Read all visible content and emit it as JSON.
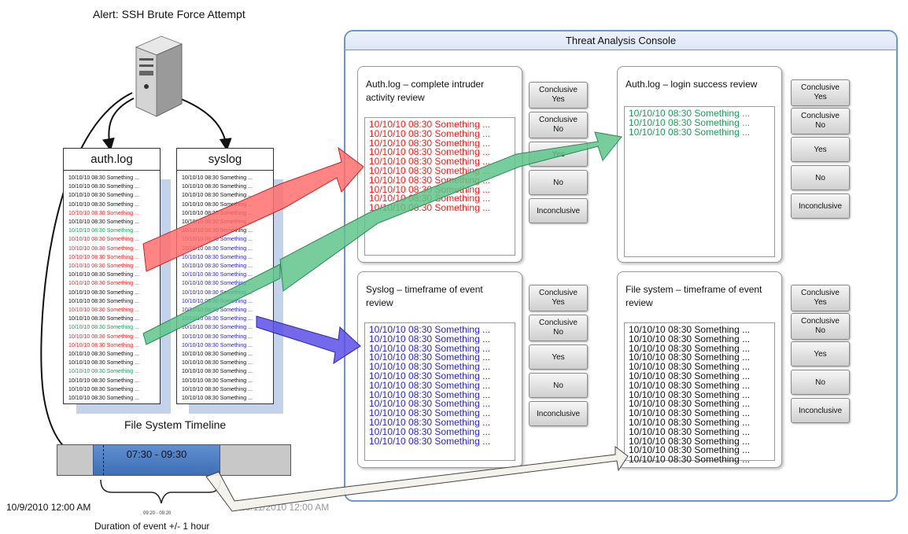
{
  "alert_title": "Alert: SSH Brute Force Attempt",
  "colors": {
    "red": "#ff1a1a",
    "green": "#19a05a",
    "blue": "#2a24d8",
    "black": "#111111",
    "console_border": "#6a96d2"
  },
  "auth_log": {
    "title": "auth.log",
    "entry_text": "10/10/10 08:30 Something ...",
    "line_colors": [
      "black",
      "black",
      "black",
      "black",
      "red",
      "black",
      "green",
      "red",
      "red",
      "red",
      "red",
      "black",
      "red",
      "black",
      "black",
      "red",
      "black",
      "green",
      "red",
      "red",
      "black",
      "black",
      "green",
      "black",
      "black",
      "black"
    ],
    "ellipsis": "..."
  },
  "syslog": {
    "title": "syslog",
    "entry_text": "10/10/10 08:30 Something ...",
    "line_colors": [
      "black",
      "black",
      "black",
      "black",
      "black",
      "black",
      "black",
      "blue",
      "blue",
      "blue",
      "blue",
      "blue",
      "blue",
      "blue",
      "blue",
      "blue",
      "blue",
      "blue",
      "blue",
      "blue",
      "black",
      "black",
      "black",
      "black",
      "black",
      "black"
    ],
    "ellipsis": "..."
  },
  "file_system_timeline": {
    "title": "File System Timeline",
    "range_label": "07:30 - 09:30",
    "start_date": "10/9/2010 12:00 AM",
    "end_date": "10/11/2010 12:00 AM",
    "brace_label": "09:20 - 09:20",
    "duration_label": "Duration of event +/- 1 hour"
  },
  "console": {
    "title": "Threat Analysis Console",
    "entry_text": "10/10/10 08:30 Something ...",
    "panels": [
      {
        "title_line1": "Auth.log – complete intruder",
        "title_line2": "activity review",
        "color": "red",
        "lines": 10
      },
      {
        "title_line1": "Auth.log – login success review",
        "title_line2": "",
        "color": "green",
        "lines": 3
      },
      {
        "title_line1": "Syslog – timeframe of event",
        "title_line2": "review",
        "color": "blue",
        "lines": 13
      },
      {
        "title_line1": "File system – timeframe of event",
        "title_line2": "review",
        "color": "black",
        "lines": 15
      }
    ],
    "buttons": {
      "conclusive": "Conclusive",
      "yes": "Yes",
      "no": "No",
      "inconclusive": "Inconclusive"
    }
  }
}
